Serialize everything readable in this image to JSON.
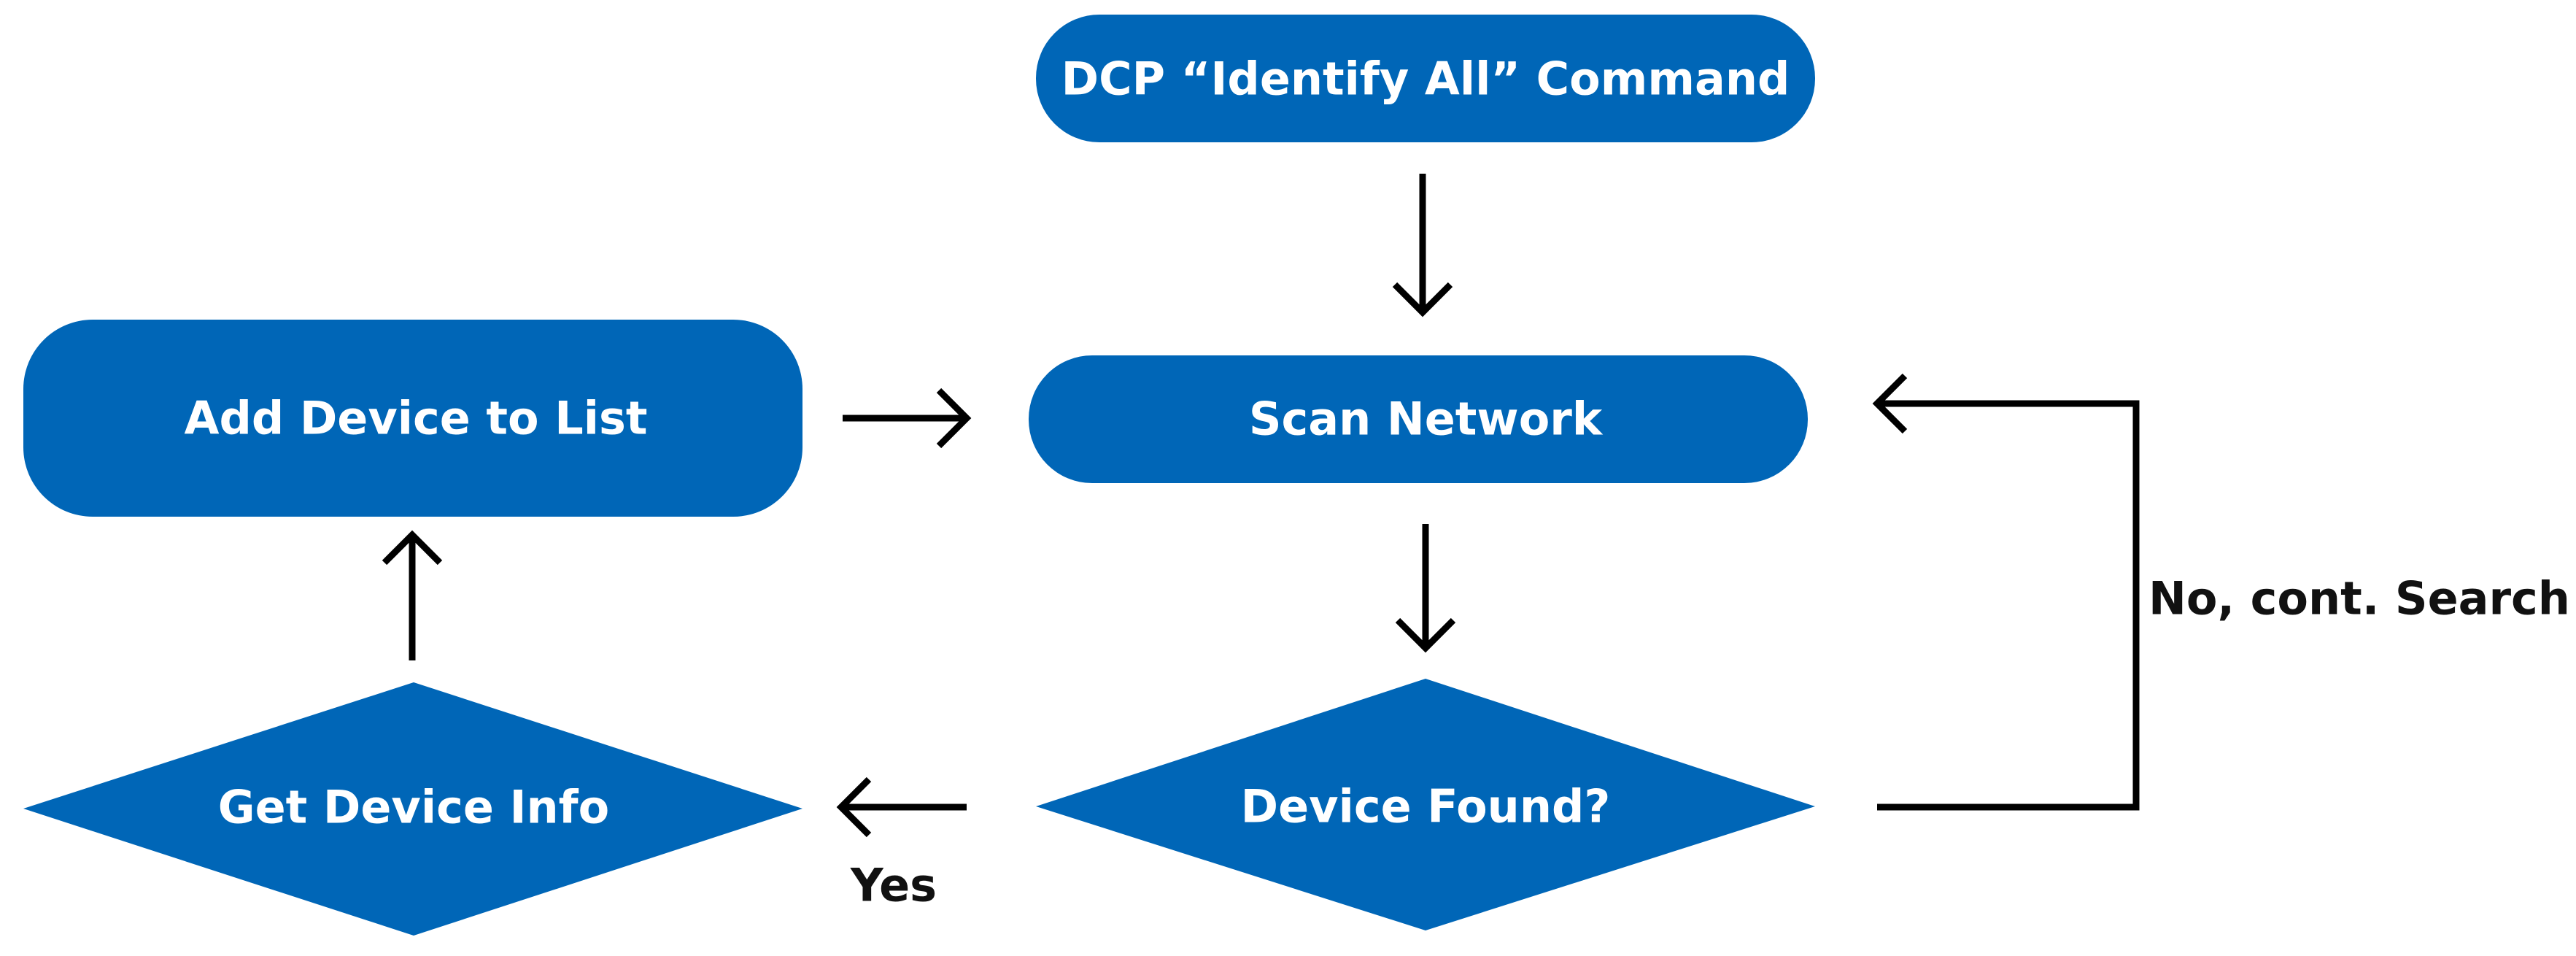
{
  "nodes": {
    "start": {
      "label": "DCP “Identify All” Command"
    },
    "scan": {
      "label": "Scan Network"
    },
    "found": {
      "label": "Device Found?"
    },
    "info": {
      "label": "Get Device Info"
    },
    "add": {
      "label": "Add Device to List"
    }
  },
  "edges": {
    "yes": {
      "label": "Yes"
    },
    "no": {
      "label": "No, cont. Search"
    }
  },
  "colors": {
    "node_fill": "#0066B7",
    "node_text": "#FFFFFF",
    "arrow": "#000000",
    "label_text": "#111111",
    "background": "#FFFFFF"
  }
}
